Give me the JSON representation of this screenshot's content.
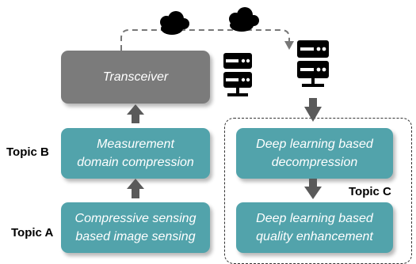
{
  "blocks": {
    "transceiver": "Transceiver",
    "measurement_line1": "Measurement",
    "measurement_line2": "domain compression",
    "sensing_line1": "Compressive sensing",
    "sensing_line2": "based image sensing",
    "decompression_line1": "Deep learning based",
    "decompression_line2": "decompression",
    "enhancement_line1": "Deep learning based",
    "enhancement_line2": "quality enhancement"
  },
  "topics": {
    "a": "Topic A",
    "b": "Topic B",
    "c": "Topic C"
  },
  "icons": [
    "cloud-icon",
    "cloud-icon",
    "server-icon",
    "server-icon"
  ],
  "colors": {
    "teal": "#52a3ab",
    "gray": "#7b7b7b",
    "arrow": "#5a5a5a"
  }
}
